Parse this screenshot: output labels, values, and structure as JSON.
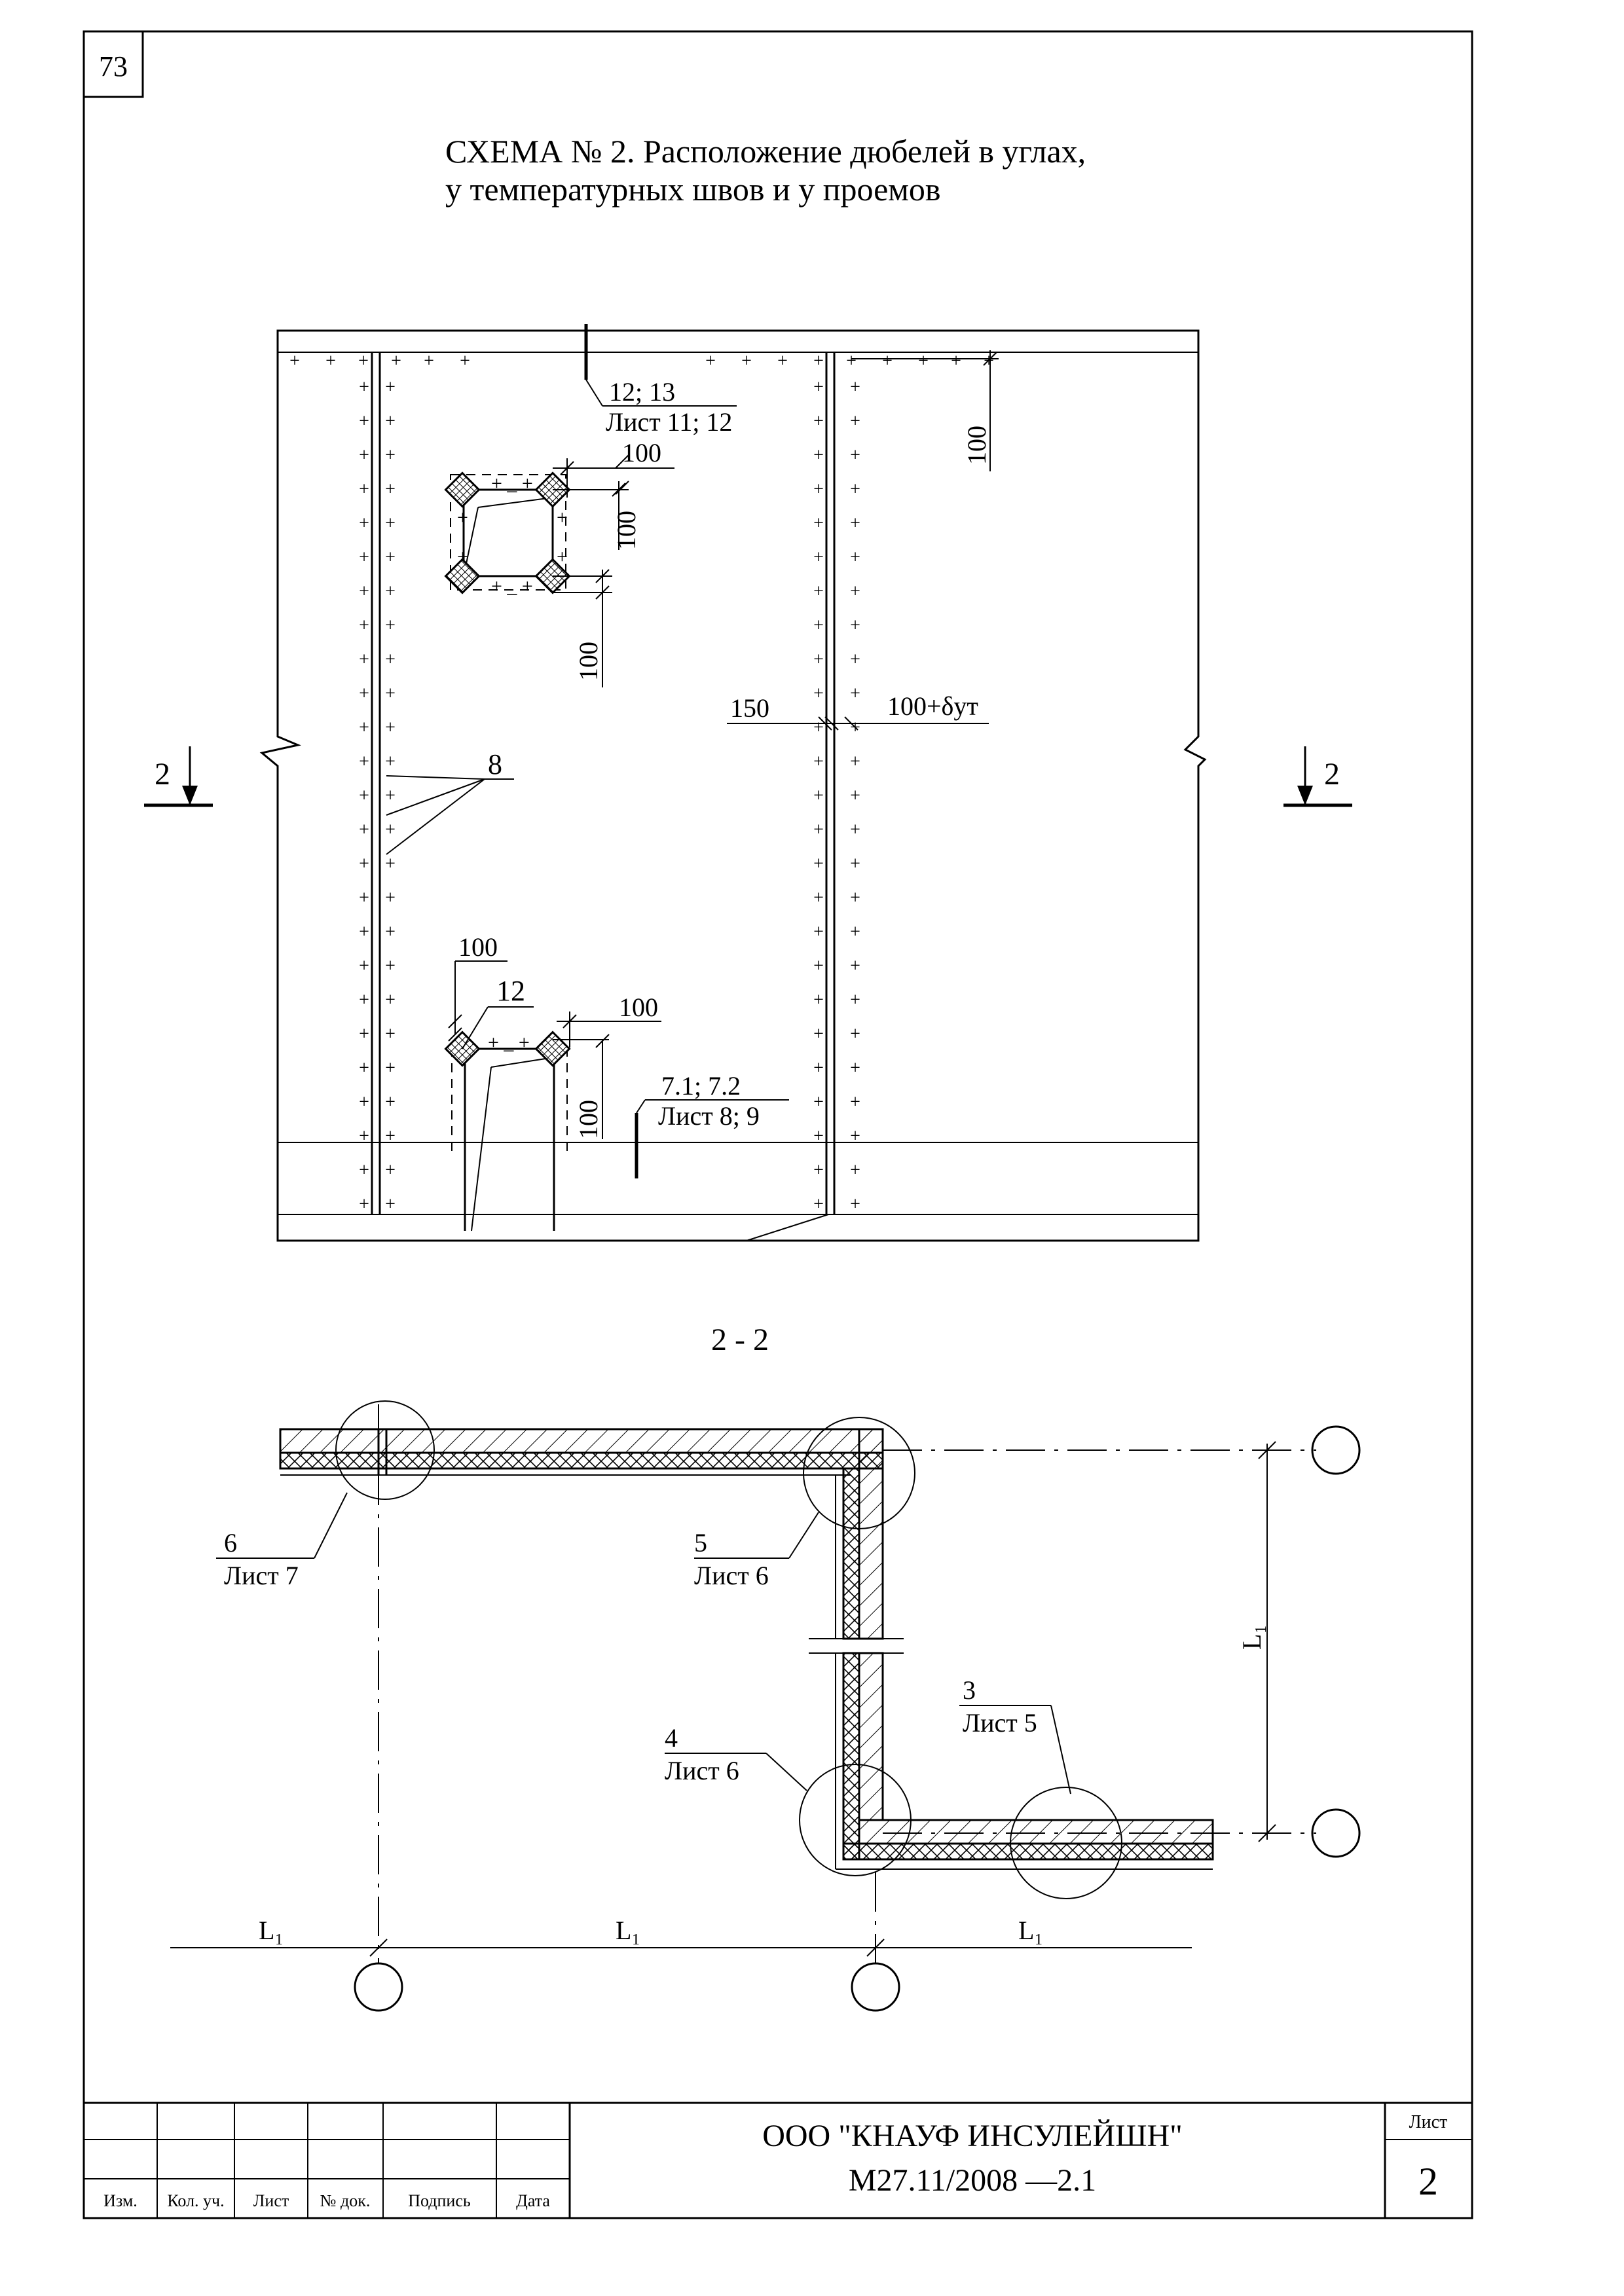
{
  "page_number": "73",
  "title": {
    "line1": "СХЕМА № 2. Расположение дюбелей в углах,",
    "line2": "у температурных швов и у проемов"
  },
  "plan": {
    "callout_top_line1": "12; 13",
    "callout_top_line2": "Лист 11; 12",
    "callout_bottom_line1": "7.1; 7.2",
    "callout_bottom_line2": "Лист 8; 9",
    "leader_8": "8",
    "leader_12": "12",
    "dim_100": "100",
    "dim_150": "150",
    "dim_joint": "100+δут",
    "section_mark": "2"
  },
  "section": {
    "title": "2 - 2",
    "node_6_num": "6",
    "node_6_sheet": "Лист 7",
    "node_5_num": "5",
    "node_5_sheet": "Лист 6",
    "node_4_num": "4",
    "node_4_sheet": "Лист 6",
    "node_3_num": "3",
    "node_3_sheet": "Лист 5",
    "axis_spacing": "L₁"
  },
  "stamp": {
    "col_izm": "Изм.",
    "col_kol": "Кол. уч.",
    "col_list": "Лист",
    "col_ndok": "№ док.",
    "col_podpis": "Подпись",
    "col_data": "Дата",
    "company": "ООО \"КНАУФ ИНСУЛЕЙШН\"",
    "doc_code": "М27.11/2008 —2.1",
    "sheet_label": "Лист",
    "sheet_number": "2"
  }
}
